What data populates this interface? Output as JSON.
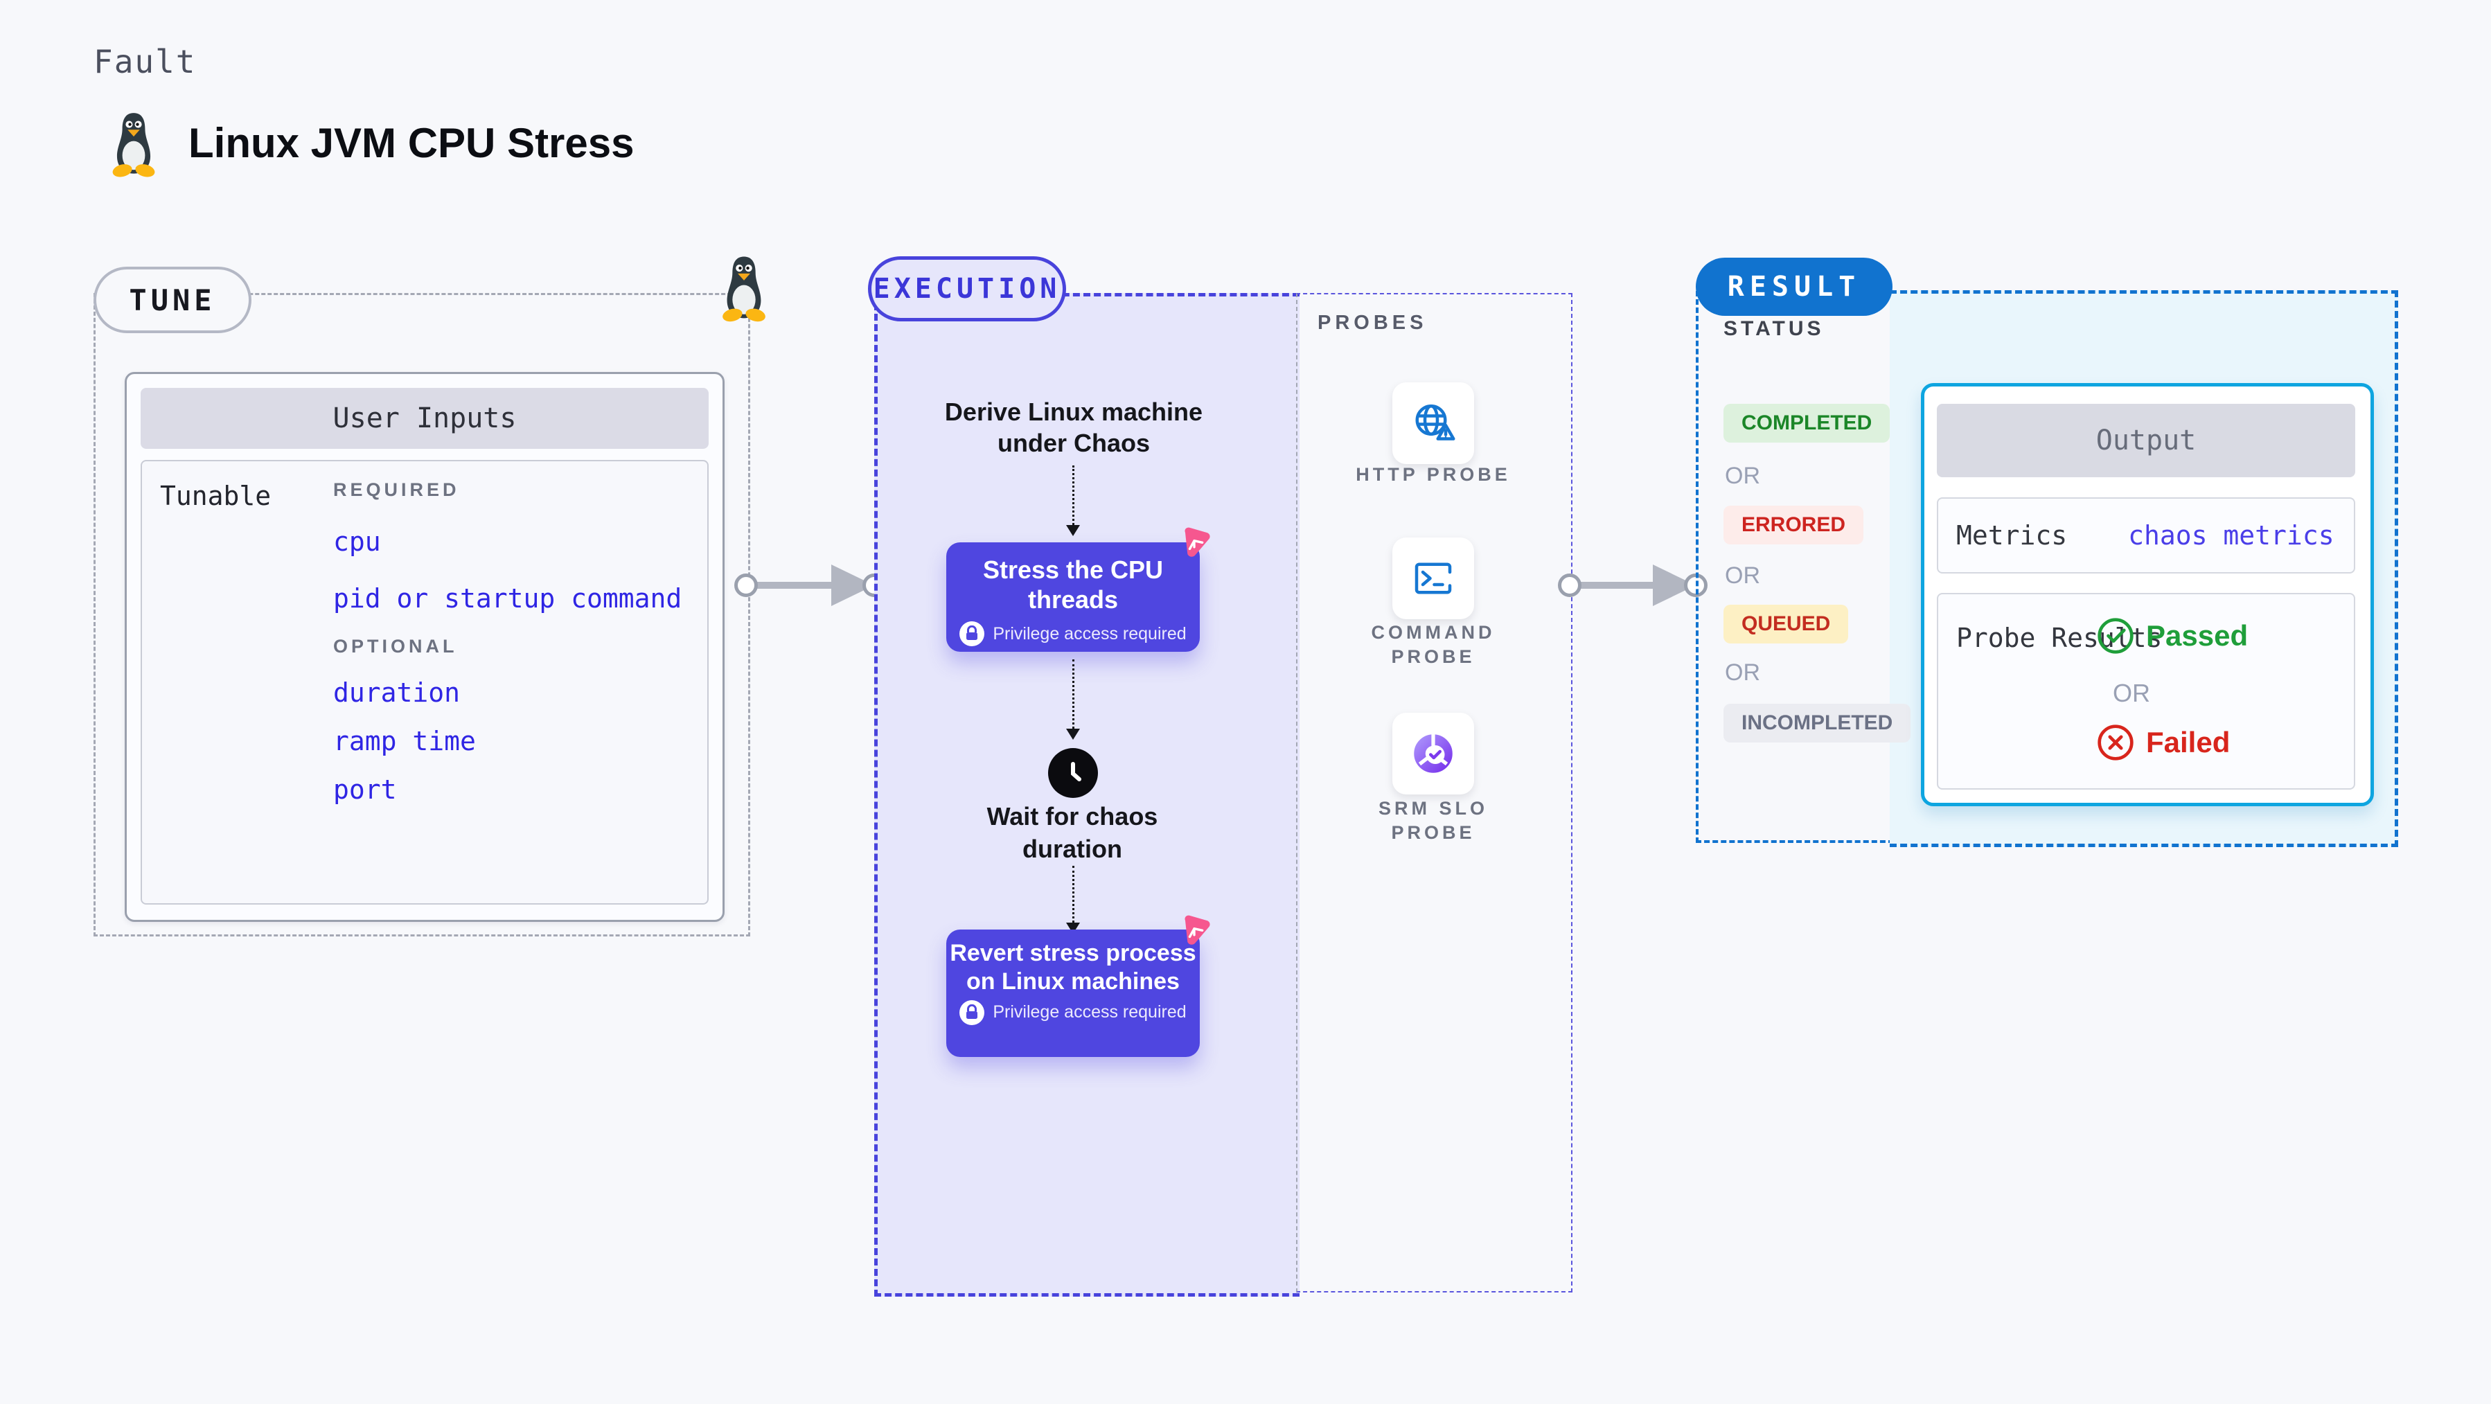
{
  "page": {
    "kicker": "Fault",
    "title": "Linux JVM CPU Stress"
  },
  "tune": {
    "badge": "TUNE",
    "card_header": "User Inputs",
    "row_label": "Tunable",
    "required_label": "REQUIRED",
    "required_items": [
      "cpu",
      "pid or startup command"
    ],
    "optional_label": "OPTIONAL",
    "optional_items": [
      "duration",
      "ramp time",
      "port"
    ]
  },
  "execution": {
    "badge": "EXECUTION",
    "step1": "Derive Linux machine under Chaos",
    "stress": {
      "title": "Stress the CPU threads",
      "note": "Privilege access required"
    },
    "wait": "Wait for chaos duration",
    "revert": {
      "title": "Revert stress process on Linux machines",
      "note": "Privilege access required"
    }
  },
  "probes": {
    "label": "PROBES",
    "items": [
      {
        "label": "HTTP PROBE",
        "icon": "globe-alert-icon"
      },
      {
        "label": "COMMAND PROBE",
        "icon": "terminal-icon"
      },
      {
        "label": "SRM SLO PROBE",
        "icon": "slo-donut-check-icon"
      }
    ]
  },
  "result": {
    "badge": "RESULT",
    "status_label": "STATUS",
    "or_label": "OR",
    "statuses": [
      {
        "label": "COMPLETED",
        "fg": "#1b8628",
        "bg": "#ddf1dd"
      },
      {
        "label": "ERRORED",
        "fg": "#cd2420",
        "bg": "#fdecea"
      },
      {
        "label": "QUEUED",
        "fg": "#c32d20",
        "bg": "#fdf0c4"
      },
      {
        "label": "INCOMPLETED",
        "fg": "#6b7185",
        "bg": "#ebecf1"
      }
    ],
    "output": {
      "header": "Output",
      "metrics_label": "Metrics",
      "metrics_value": "chaos metrics",
      "probe_results_label": "Probe Results",
      "passed": "Passed",
      "or_label": "OR",
      "failed": "Failed"
    }
  },
  "colors": {
    "page_bg": "#f7f8fb",
    "accent_indigo": "#4843dc",
    "execution_fill": "#e6e6fb",
    "node_purple": "#4f46e0",
    "result_blue": "#1173cf",
    "output_fill": "#e9f6fc",
    "output_border_cyan": "#0ea5e0",
    "param_link_blue": "#2f25e4",
    "pink_logo": "#f6578f",
    "passed_green": "#1f9e3a",
    "failed_red": "#d8251c",
    "arrow_gray": "#b2b6c1"
  }
}
